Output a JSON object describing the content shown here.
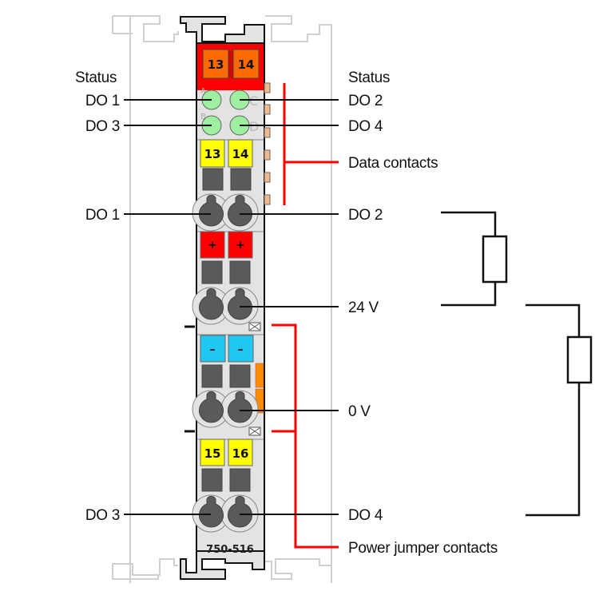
{
  "module": {
    "part_number": "750-516",
    "colors": {
      "housing": "#e3e3e3",
      "top_red": "#ff0000",
      "orange_tab": "#ff6a00",
      "led_green": "#9ef0a0",
      "yellow": "#ffff00",
      "blue": "#1ec8f0",
      "slot_grey": "#5a5a5a",
      "contact_peach": "#f5b889",
      "power_orange": "#ff8c00"
    },
    "top_markers": [
      "13",
      "14"
    ],
    "led_letters": [
      "A",
      "C",
      "B",
      "D"
    ],
    "channel_markers_top": [
      "13",
      "14"
    ],
    "channel_markers_bottom": [
      "15",
      "16"
    ],
    "plus_symbol": "+",
    "minus_symbol": "–"
  },
  "labels_left": {
    "status": "Status",
    "do1_status": "DO 1",
    "do3_status": "DO 3",
    "do1": "DO 1",
    "do3": "DO 3"
  },
  "labels_right": {
    "status": "Status",
    "do2_status": "DO 2",
    "do4_status": "DO 4",
    "data_contacts": "Data contacts",
    "do2": "DO 2",
    "v24": "24 V",
    "v0": "0 V",
    "do4": "DO 4",
    "power_jumper_contacts": "Power jumper contacts"
  },
  "circuit": {
    "loads": [
      "load-1",
      "load-2"
    ]
  }
}
